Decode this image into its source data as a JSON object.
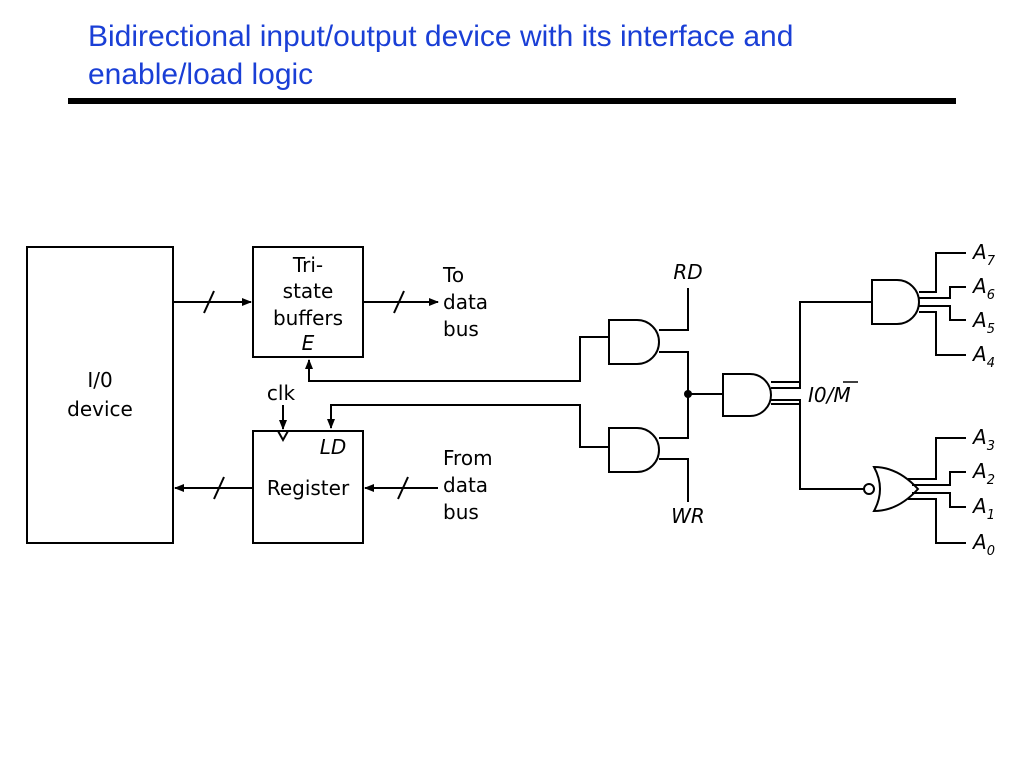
{
  "slide": {
    "title_line1": "Bidirectional input/output device with its interface and",
    "title_line2": "enable/load logic"
  },
  "diagram": {
    "io_device": {
      "line1": "I/0",
      "line2": "device"
    },
    "tristate": {
      "line1": "Tri-",
      "line2": "state",
      "line3": "buffers",
      "enable": "E"
    },
    "to_bus": {
      "line1": "To",
      "line2": "data",
      "line3": "bus"
    },
    "register": {
      "label": "Register",
      "load": "LD"
    },
    "from_bus": {
      "line1": "From",
      "line2": "data",
      "line3": "bus"
    },
    "clk": "clk",
    "rd": "RD",
    "wr": "WR",
    "io_m": "I0/M",
    "addr_a": [
      "A",
      "A",
      "A",
      "A",
      "A",
      "A",
      "A",
      "A"
    ],
    "addr_sub": [
      "7",
      "6",
      "5",
      "4",
      "3",
      "2",
      "1",
      "0"
    ]
  }
}
